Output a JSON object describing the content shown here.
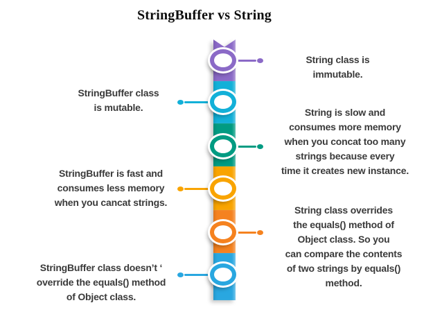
{
  "title": "StringBuffer vs String",
  "items": [
    {
      "id": "string-immutable",
      "side": "right",
      "color": "#8B6AC7",
      "text": "String class is\nimmutable."
    },
    {
      "id": "stringbuffer-mutable",
      "side": "left",
      "color": "#12B0D8",
      "text": "StringBuffer class\nis mutable."
    },
    {
      "id": "string-slow",
      "side": "right",
      "color": "#009B82",
      "text": "String is slow and\nconsumes more memory\nwhen you concat too many\nstrings because every\ntime it creates new instance."
    },
    {
      "id": "stringbuffer-fast",
      "side": "left",
      "color": "#F9A400",
      "text": "StringBuffer is fast and\nconsumes less memory\nwhen you cancat strings."
    },
    {
      "id": "string-overrides-equals",
      "side": "right",
      "color": "#F5821F",
      "text": "String class overrides\nthe equals() method of\nObject class. So you\ncan compare the contents\nof two strings by equals()\nmethod."
    },
    {
      "id": "stringbuffer-no-equals",
      "side": "left",
      "color": "#29A7E0",
      "text": "StringBuffer class doesn’t ‘\noverride the equals() method\nof Object class."
    }
  ]
}
